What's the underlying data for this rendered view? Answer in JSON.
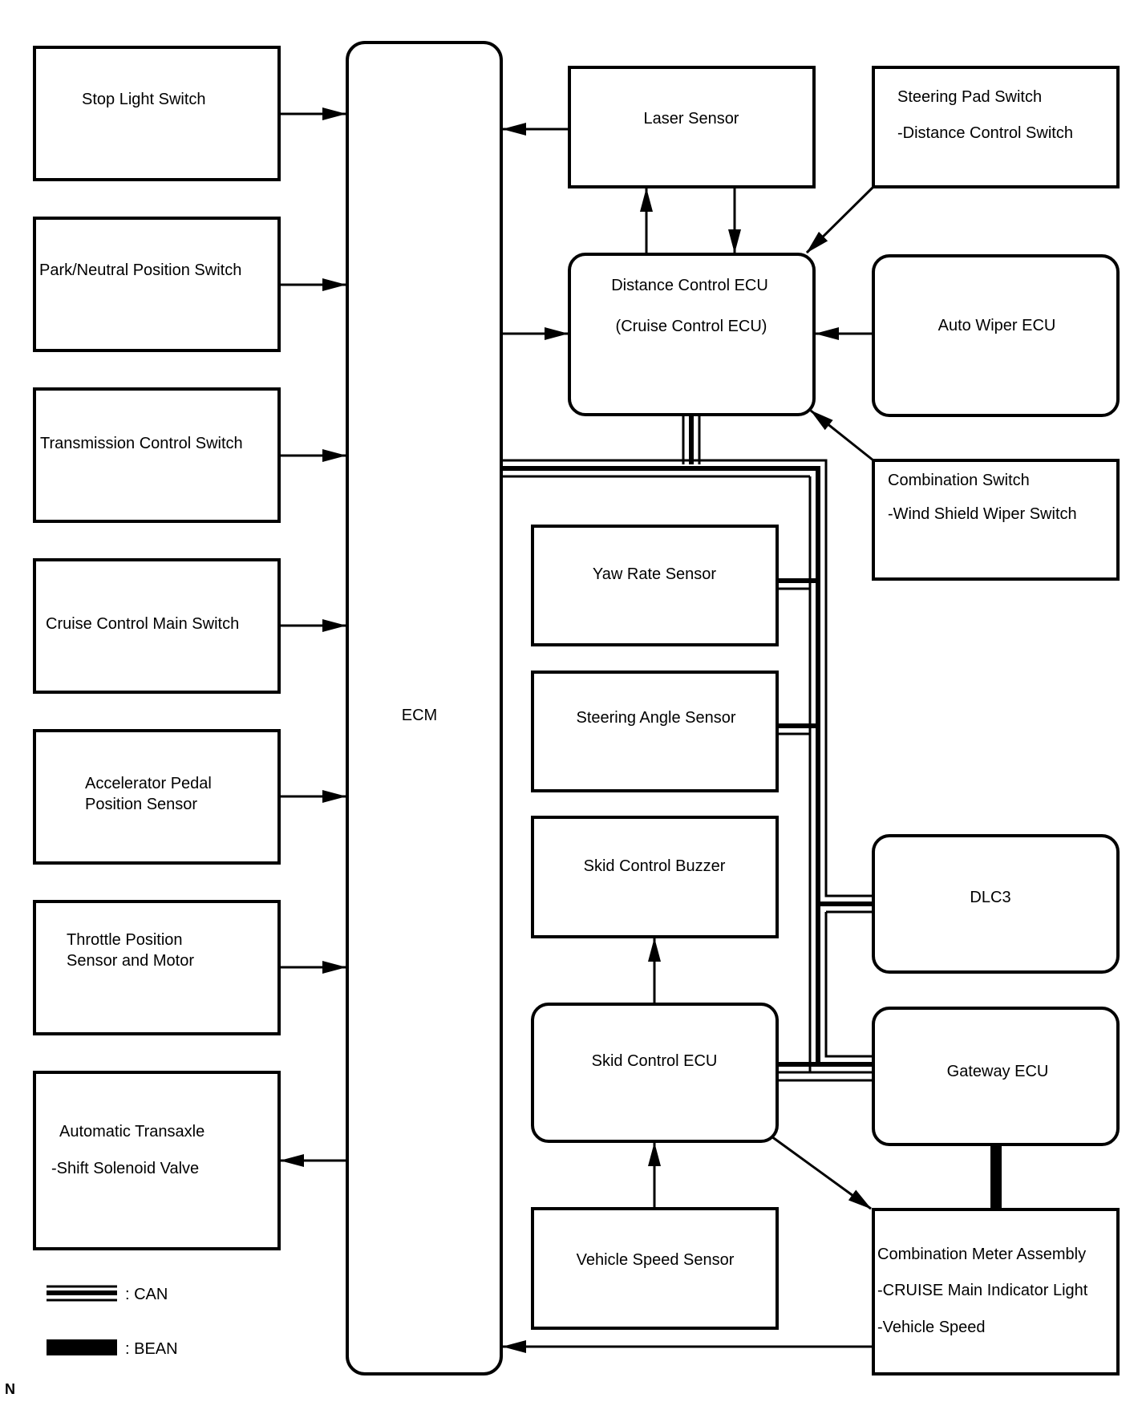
{
  "boxes": {
    "stop_light_switch": "Stop Light Switch",
    "park_neutral": "Park/Neutral Position Switch",
    "transmission_control": "Transmission Control Switch",
    "cruise_main_switch": "Cruise Control Main Switch",
    "accel_pedal_1": "Accelerator Pedal",
    "accel_pedal_2": "Position Sensor",
    "throttle_1": "Throttle Position",
    "throttle_2": "Sensor and Motor",
    "auto_transaxle_1": "Automatic Transaxle",
    "auto_transaxle_2": "-Shift Solenoid Valve",
    "ecm": "ECM",
    "laser_sensor": "Laser Sensor",
    "steering_pad_1": "Steering Pad Switch",
    "steering_pad_2": "-Distance Control Switch",
    "distance_ecu_1": "Distance Control ECU",
    "distance_ecu_2": "(Cruise Control ECU)",
    "auto_wiper_ecu": "Auto Wiper ECU",
    "combination_switch_1": "Combination Switch",
    "combination_switch_2": "-Wind Shield Wiper Switch",
    "yaw_rate_sensor": "Yaw Rate Sensor",
    "steering_angle_sensor": "Steering Angle Sensor",
    "skid_control_buzzer": "Skid Control Buzzer",
    "skid_control_ecu": "Skid Control ECU",
    "vehicle_speed_sensor": "Vehicle Speed Sensor",
    "dlc3": "DLC3",
    "gateway_ecu": "Gateway ECU",
    "combo_meter_1": "Combination Meter Assembly",
    "combo_meter_2": "-CRUISE Main Indicator Light",
    "combo_meter_3": "-Vehicle Speed"
  },
  "legend": {
    "can": ":  CAN",
    "bean": ":  BEAN"
  },
  "corner_mark": "N"
}
